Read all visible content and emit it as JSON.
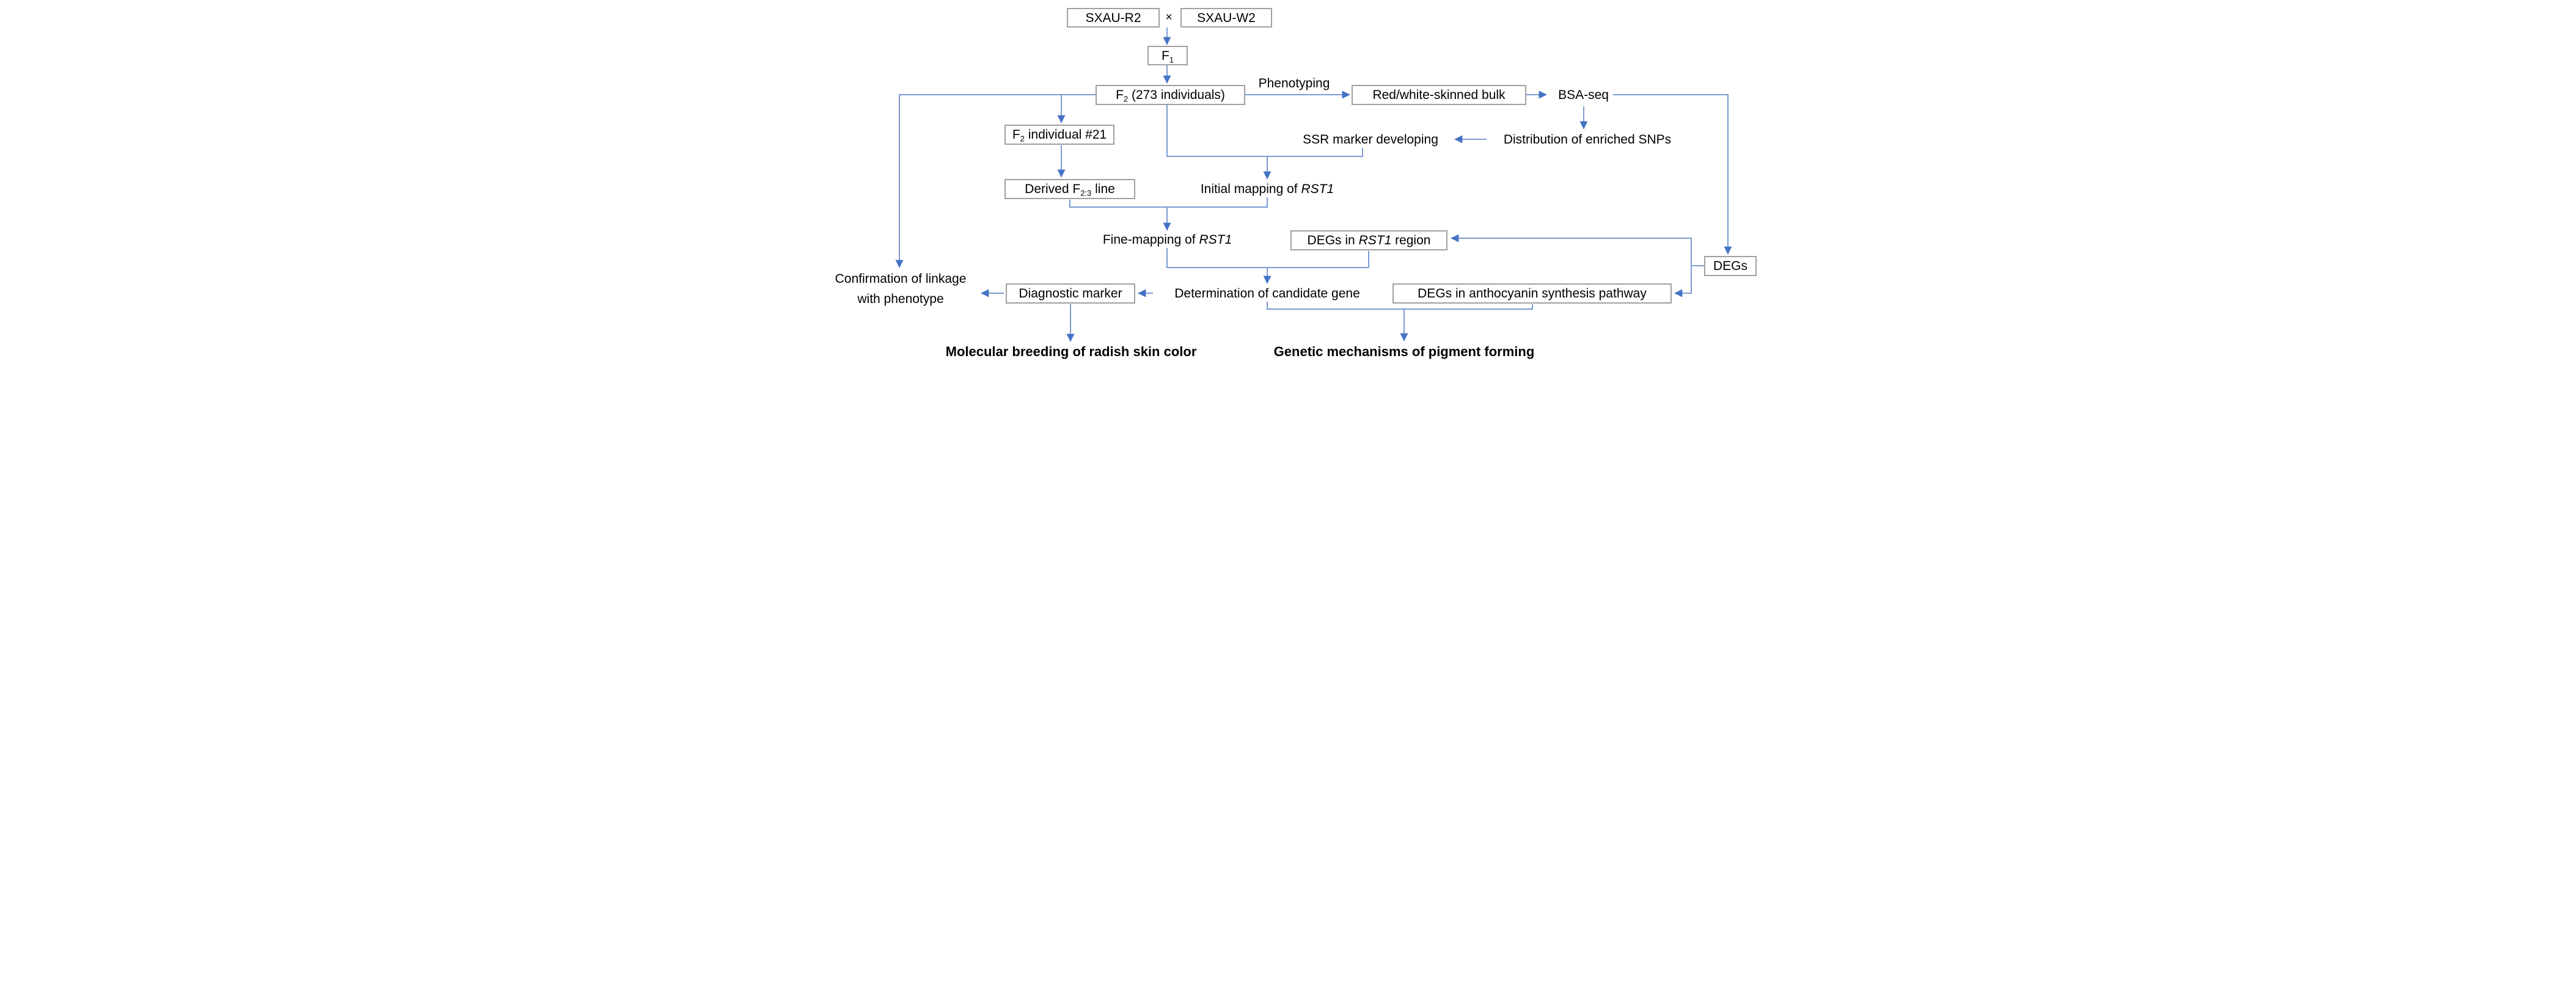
{
  "diagram": {
    "description": "Flowchart of radish skin color gene (RST1) mapping study",
    "colors": {
      "line": "#7b9bd2",
      "arrowhead": "#4472c4",
      "box_border": "#a0a0a0",
      "text": "#000000",
      "background": "#ffffff"
    },
    "nodes": {
      "sxau_r2": {
        "text": "SXAU-R2"
      },
      "cross": {
        "text": "×"
      },
      "sxau_w2": {
        "text": "SXAU-W2"
      },
      "f1": {
        "pre": "F",
        "sub": "1"
      },
      "f2": {
        "pre": "F",
        "sub": "2",
        "post": " (273 individuals)"
      },
      "phenotyping": {
        "text": "Phenotyping"
      },
      "bulk": {
        "text": "Red/white-skinned bulk"
      },
      "bsa_seq": {
        "text": "BSA-seq"
      },
      "f2_individual_21": {
        "pre": "F",
        "sub": "2",
        "post": " individual #21"
      },
      "ssr_marker": {
        "text": "SSR marker developing"
      },
      "snp_distribution": {
        "text": "Distribution of enriched SNPs"
      },
      "derived_f23": {
        "pre": "Derived F",
        "sub": "2:3",
        "post": " line"
      },
      "initial_mapping": {
        "pre": "Initial mapping of ",
        "gene": "RST1"
      },
      "fine_mapping": {
        "pre": "Fine-mapping of ",
        "gene": "RST1"
      },
      "degs_rst1_region": {
        "pre": "DEGs in ",
        "gene": "RST1",
        "post": " region"
      },
      "degs": {
        "text": "DEGs"
      },
      "confirmation": {
        "line1": "Confirmation of linkage",
        "line2": "with phenotype"
      },
      "diagnostic_marker": {
        "text": "Diagnostic marker"
      },
      "determination": {
        "text": "Determination of candidate gene"
      },
      "degs_pathway": {
        "text": "DEGs in anthocyanin synthesis pathway"
      },
      "molecular_breeding": {
        "text": "Molecular breeding of radish skin color"
      },
      "genetic_mechanisms": {
        "text": "Genetic mechanisms of pigment forming"
      }
    }
  }
}
